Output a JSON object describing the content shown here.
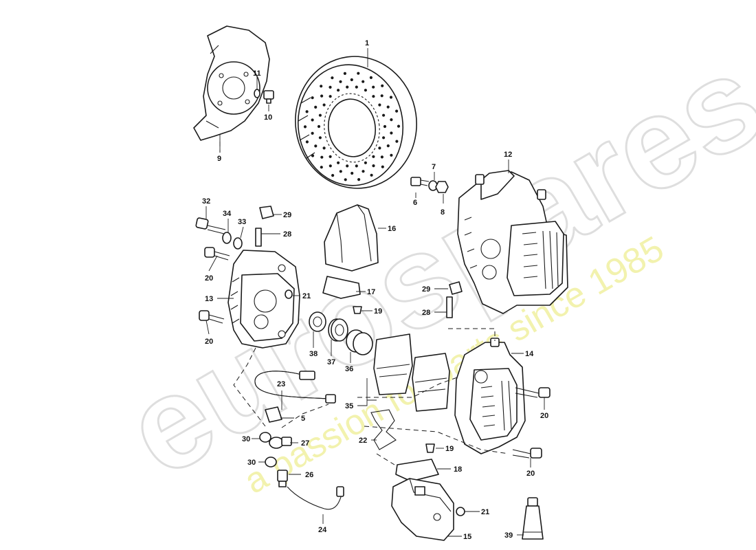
{
  "watermark": {
    "brand": "eurospares",
    "tagline": "a passion for parts since 1985",
    "outline_color": "#d9d9d9",
    "tagline_color": "#f0ef9a"
  },
  "callouts": [
    "1",
    "5",
    "6",
    "7",
    "8",
    "9",
    "10",
    "11",
    "12",
    "13",
    "14",
    "15",
    "16",
    "17",
    "18",
    "19",
    "19",
    "20",
    "20",
    "20",
    "20",
    "21",
    "21",
    "22",
    "23",
    "24",
    "26",
    "27",
    "28",
    "28",
    "29",
    "29",
    "30",
    "30",
    "32",
    "33",
    "34",
    "35",
    "36",
    "37",
    "38",
    "39"
  ],
  "colors": {
    "line": "#1a1a1a",
    "background": "#ffffff"
  }
}
